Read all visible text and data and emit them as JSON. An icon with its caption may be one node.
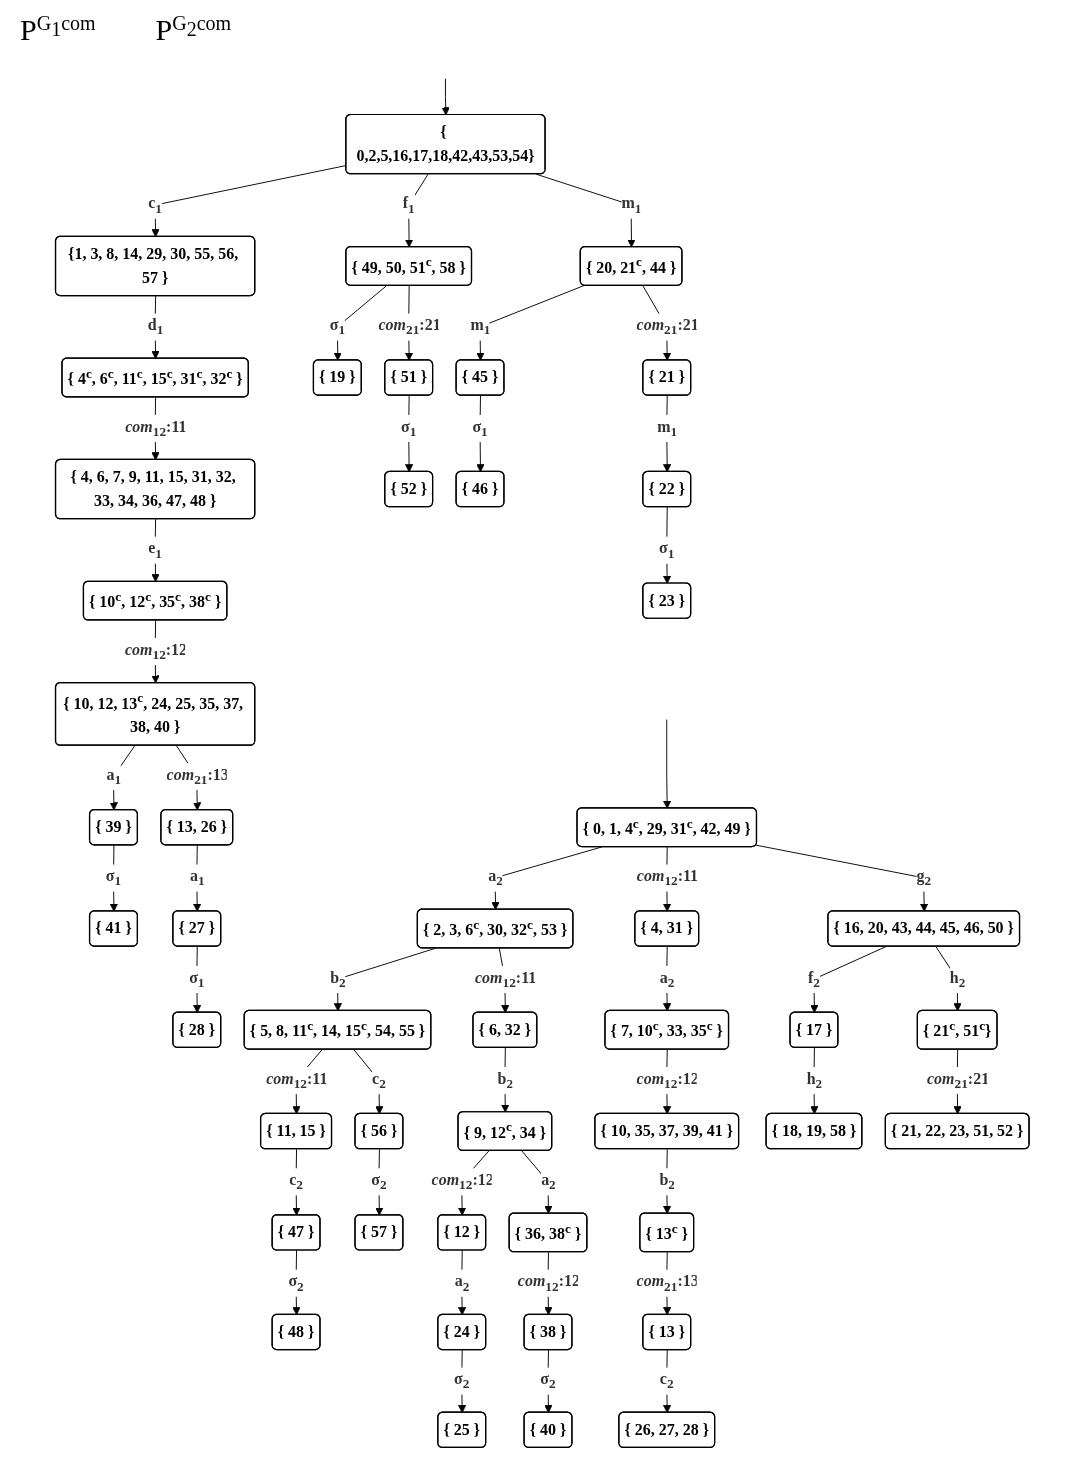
{
  "diagram": {
    "nodes": [
      {
        "text": [
          "{ 0,2,5,16,17,18,42,43,53,54}"
        ]
      },
      {
        "text": [
          "{1, 3, 8, 14, 29, 30, 55, 56, 57 }"
        ]
      },
      {
        "text": [
          "{ 49, 50, 51$^{c}$, 58 }"
        ]
      },
      {
        "text": [
          "{ 20, 21$^{c}$, 44 }"
        ]
      },
      {
        "text": [
          "{ 4$^{c}$, 6$^{c}$, 11$^{c}$, 15$^{c}$, 31$^{c}$, 32$^{c}$ }"
        ]
      },
      {
        "text": [
          "{ 19 }"
        ]
      },
      {
        "text": [
          "{ 51 }"
        ]
      },
      {
        "text": [
          "{ 45 }"
        ]
      },
      {
        "text": [
          "{ 21 }"
        ]
      },
      {
        "text": [
          "{ 4, 6, 7, 9, 11, 15, 31, 32, 33, 34, 36, 47, 48 }"
        ]
      },
      {
        "text": [
          "{ 52 }"
        ]
      },
      {
        "text": [
          "{ 46 }"
        ]
      },
      {
        "text": [
          "{ 22 }"
        ]
      },
      {
        "text": [
          "{ 10$^{c}$, 12$^{c}$, 35$^{c}$, 38$^{c}$ }"
        ]
      },
      {
        "text": [
          "{ 23 }"
        ]
      },
      {
        "text": [
          "{ 10, 12, 13$^{c}$, 24, 25, 35, 37, 38, 40 }"
        ]
      },
      {
        "text": [
          "{ 39 }"
        ]
      },
      {
        "text": [
          "{ 13, 26 }"
        ]
      },
      {
        "text": [
          "{ 41 }"
        ]
      },
      {
        "text": [
          "{ 27 }"
        ]
      },
      {
        "text": [
          "{ 28 }"
        ]
      },
      {
        "text": [
          "{ 0, 1, 4$^{c}$, 29, 31$^{c}$, 42, 49 }"
        ]
      },
      {
        "text": [
          "{ 2, 3, 6$^{c}$, 30, 32$^{c}$, 53 }"
        ]
      },
      {
        "text": [
          "{ 16, 20, 43, 44, 45, 46, 50 }"
        ]
      },
      {
        "text": [
          "{ 4, 31 }"
        ]
      },
      {
        "text": [
          "{ 5, 8, 11$^{c}$, 14, 15$^{c}$, 54, 55 }"
        ]
      },
      {
        "text": [
          "{ 6, 32 }"
        ]
      },
      {
        "text": [
          "{ 17 }"
        ]
      },
      {
        "text": [
          "{ 7, 10$^{c}$, 33, 35$^{c}$ }"
        ]
      },
      {
        "text": [
          "{ 21$^{c}$, 51$^{c}$}"
        ]
      },
      {
        "text": [
          "{ 18, 19, 58 }"
        ]
      },
      {
        "text": [
          "{ 11, 15 }"
        ]
      },
      {
        "text": [
          "{ 56 }"
        ]
      },
      {
        "text": [
          "{ 9, 12$^{c}$, 34 }"
        ]
      },
      {
        "text": [
          "{ 10, 35, 37, 39, 41 }"
        ]
      },
      {
        "text": [
          "{ 47 }"
        ]
      },
      {
        "text": [
          "{ 57 }"
        ]
      },
      {
        "text": [
          "{ 12 }"
        ]
      },
      {
        "text": [
          "{ 36, 38$^{c}$ }"
        ]
      },
      {
        "text": [
          "{ 13$^{c}$ }"
        ]
      },
      {
        "text": [
          "{ 21, 22, 23, 51, 52 }"
        ]
      },
      {
        "text": [
          "{ 48 }"
        ]
      },
      {
        "text": [
          "{ 24 }"
        ]
      },
      {
        "text": [
          "{ 38 }"
        ]
      },
      {
        "text": [
          "{ 13 }"
        ]
      },
      {
        "text": [
          "{ 25 }"
        ]
      },
      {
        "text": [
          "{ 40 }"
        ]
      },
      {
        "text": [
          "{ 26, 27, 28 }"
        ]
      }
    ],
    "edges": [
      {
        "from": null,
        "to": 0,
        "arrow": "to"
      },
      {
        "from": 0,
        "to": 1,
        "arrow": "to",
        "label": "c$_{1}$"
      },
      {
        "from": 0,
        "to": 2,
        "arrow": "to",
        "label": "f$_{1}$"
      },
      {
        "from": 0,
        "to": 3,
        "arrow": "to",
        "label": "m$_{1}$"
      },
      {
        "from": 1,
        "to": 4,
        "arrow": "to",
        "label": "d$_{1}$"
      },
      {
        "from": 4,
        "to": 9,
        "arrow": "to",
        "label": "*com*$_{12}$:11"
      },
      {
        "from": 9,
        "to": 13,
        "arrow": "to",
        "label": "e$_{1}$"
      },
      {
        "from": 13,
        "to": 15,
        "arrow": "to",
        "label": "*com*$_{12}$:12"
      },
      {
        "from": 15,
        "to": 16,
        "arrow": "to",
        "label": "a$_{1}$"
      },
      {
        "from": 15,
        "to": 17,
        "arrow": "to",
        "label": "*com*$_{21}$:13"
      },
      {
        "from": 16,
        "to": 18,
        "arrow": "to",
        "label": "σ$_{1}$"
      },
      {
        "from": 17,
        "to": 19,
        "arrow": "to",
        "label": "a$_{1}$"
      },
      {
        "from": 19,
        "to": 20,
        "arrow": "to",
        "label": "σ$_{1}$"
      },
      {
        "from": 2,
        "to": 5,
        "arrow": "to",
        "label": "σ$_{1}$"
      },
      {
        "from": 2,
        "to": 6,
        "arrow": "to",
        "label": "*com*$_{21}$:21"
      },
      {
        "from": 6,
        "to": 10,
        "arrow": "to",
        "label": "σ$_{1}$"
      },
      {
        "from": 3,
        "to": 7,
        "arrow": "to",
        "label": "m$_{1}$"
      },
      {
        "from": 3,
        "to": 8,
        "arrow": "to",
        "label": "*com*$_{21}$:21"
      },
      {
        "from": 7,
        "to": 11,
        "arrow": "to",
        "label": "σ$_{1}$"
      },
      {
        "from": 8,
        "to": 12,
        "arrow": "to",
        "label": "m$_{1}$"
      },
      {
        "from": 12,
        "to": 14,
        "arrow": "to",
        "label": "σ$_{1}$"
      },
      {
        "from": null,
        "to": 21,
        "arrow": "to"
      },
      {
        "from": 21,
        "to": 22,
        "arrow": "to",
        "label": "a$_{2}$"
      },
      {
        "from": 21,
        "to": 24,
        "arrow": "to",
        "label": "*com*$_{12}$:11"
      },
      {
        "from": 21,
        "to": 23,
        "arrow": "to",
        "label": "g$_{2}$"
      },
      {
        "from": 22,
        "to": 25,
        "arrow": "to",
        "label": "b$_{2}$"
      },
      {
        "from": 22,
        "to": 26,
        "arrow": "to",
        "label": "*com*$_{12}$:11"
      },
      {
        "from": 25,
        "to": 31,
        "arrow": "to",
        "label": "*com*$_{12}$:11"
      },
      {
        "from": 25,
        "to": 32,
        "arrow": "to",
        "label": "c$_{2}$"
      },
      {
        "from": 31,
        "to": 35,
        "arrow": "to",
        "label": "c$_{2}$"
      },
      {
        "from": 35,
        "to": 41,
        "arrow": "to",
        "label": "σ$_{2}$"
      },
      {
        "from": 32,
        "to": 36,
        "arrow": "to",
        "label": "σ$_{2}$"
      },
      {
        "from": 26,
        "to": 33,
        "arrow": "to",
        "label": "b$_{2}$"
      },
      {
        "from": 33,
        "to": 37,
        "arrow": "to",
        "label": "*com*$_{12}$:12"
      },
      {
        "from": 33,
        "to": 38,
        "arrow": "to",
        "label": "a$_{2}$"
      },
      {
        "from": 37,
        "to": 42,
        "arrow": "to",
        "label": "a$_{2}$"
      },
      {
        "from": 42,
        "to": 45,
        "arrow": "to",
        "label": "σ$_{2}$"
      },
      {
        "from": 38,
        "to": 43,
        "arrow": "to",
        "label": "*com*$_{12}$:12"
      },
      {
        "from": 43,
        "to": 46,
        "arrow": "to",
        "label": "σ$_{2}$"
      },
      {
        "from": 24,
        "to": 28,
        "arrow": "to",
        "label": "a$_{2}$"
      },
      {
        "from": 28,
        "to": 34,
        "arrow": "to",
        "label": "*com*$_{12}$:12"
      },
      {
        "from": 34,
        "to": 39,
        "arrow": "to",
        "label": "b$_{2}$"
      },
      {
        "from": 39,
        "to": 44,
        "arrow": "to",
        "label": "*com*$_{21}$:13"
      },
      {
        "from": 44,
        "to": 47,
        "arrow": "to",
        "label": "c$_{2}$"
      },
      {
        "from": 23,
        "to": 27,
        "arrow": "to",
        "label": "f$_{2}$"
      },
      {
        "from": 23,
        "to": 29,
        "arrow": "to",
        "label": "h$_{2}$"
      },
      {
        "from": 27,
        "to": 30,
        "arrow": "to",
        "label": "h$_{2}$"
      },
      {
        "from": 29,
        "to": 40,
        "arrow": "to",
        "label": "*com*$_{21}$:21"
      }
    ],
    "labels": [
      "P$^{G}$$_{1}$$^{com}$",
      "P$^{G}$$_{2}$$^{com}$"
    ]
  }
}
